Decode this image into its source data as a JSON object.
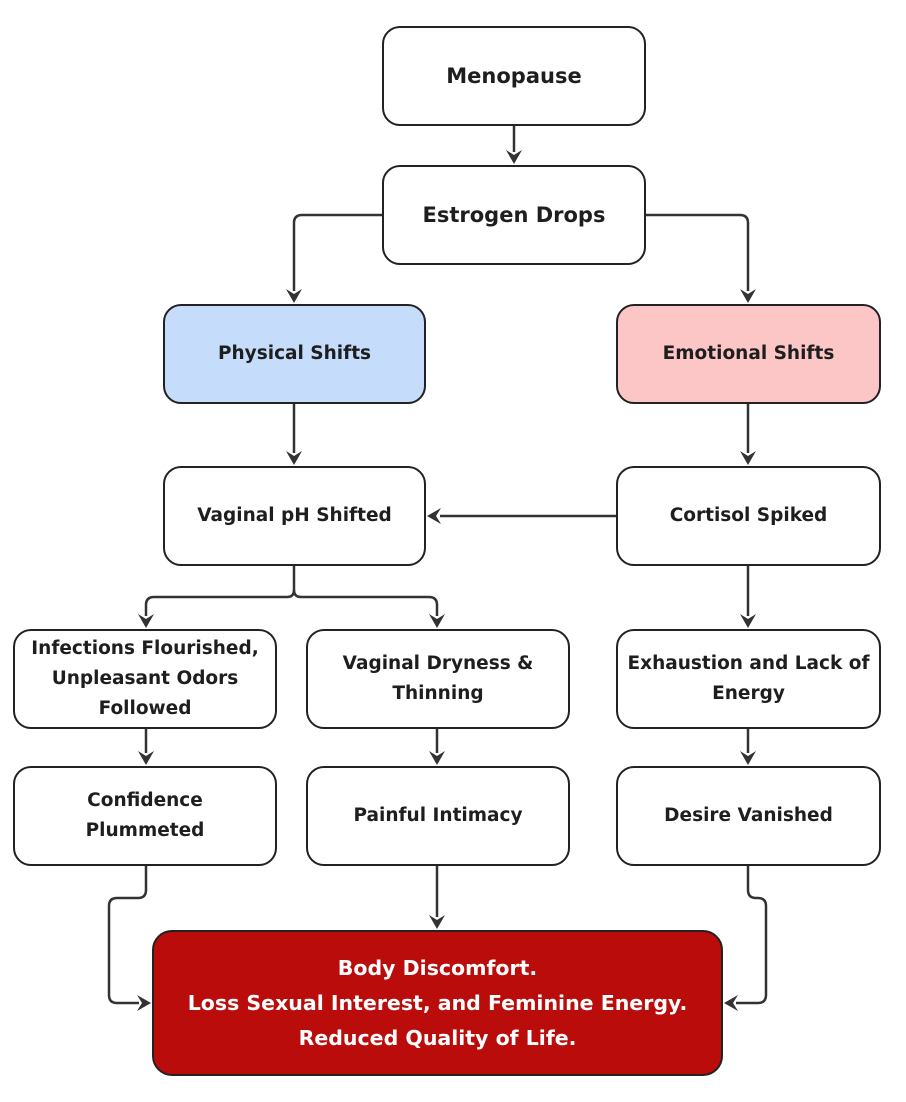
{
  "diagram": {
    "colors": {
      "physical_fill": "#c6dcfb",
      "emotional_fill": "#fdc6c6",
      "outcome_fill": "#bb0c0c",
      "default_fill": "#ffffff",
      "stroke": "#222222"
    },
    "nodes": {
      "menopause": "Menopause",
      "estrogen_drops": "Estrogen Drops",
      "physical_shifts": "Physical Shifts",
      "emotional_shifts": "Emotional Shifts",
      "vaginal_ph_shifted": "Vaginal pH Shifted",
      "cortisol_spiked": "Cortisol Spiked",
      "infections": "Infections Flourished,\nUnpleasant Odors\nFollowed",
      "vaginal_dryness": "Vaginal Dryness &\nThinning",
      "exhaustion": "Exhaustion and Lack of\nEnergy",
      "confidence": "Confidence\nPlummeted",
      "painful_intimacy": "Painful Intimacy",
      "desire_vanished": "Desire Vanished",
      "outcome": "Body Discomfort.\nLoss Sexual Interest, and Feminine Energy.\nReduced Quality of Life."
    },
    "edges": [
      [
        "menopause",
        "estrogen_drops"
      ],
      [
        "estrogen_drops",
        "physical_shifts"
      ],
      [
        "estrogen_drops",
        "emotional_shifts"
      ],
      [
        "physical_shifts",
        "vaginal_ph_shifted"
      ],
      [
        "emotional_shifts",
        "cortisol_spiked"
      ],
      [
        "cortisol_spiked",
        "vaginal_ph_shifted"
      ],
      [
        "vaginal_ph_shifted",
        "infections"
      ],
      [
        "vaginal_ph_shifted",
        "vaginal_dryness"
      ],
      [
        "cortisol_spiked",
        "exhaustion"
      ],
      [
        "infections",
        "confidence"
      ],
      [
        "vaginal_dryness",
        "painful_intimacy"
      ],
      [
        "exhaustion",
        "desire_vanished"
      ],
      [
        "confidence",
        "outcome"
      ],
      [
        "painful_intimacy",
        "outcome"
      ],
      [
        "desire_vanished",
        "outcome"
      ]
    ]
  }
}
